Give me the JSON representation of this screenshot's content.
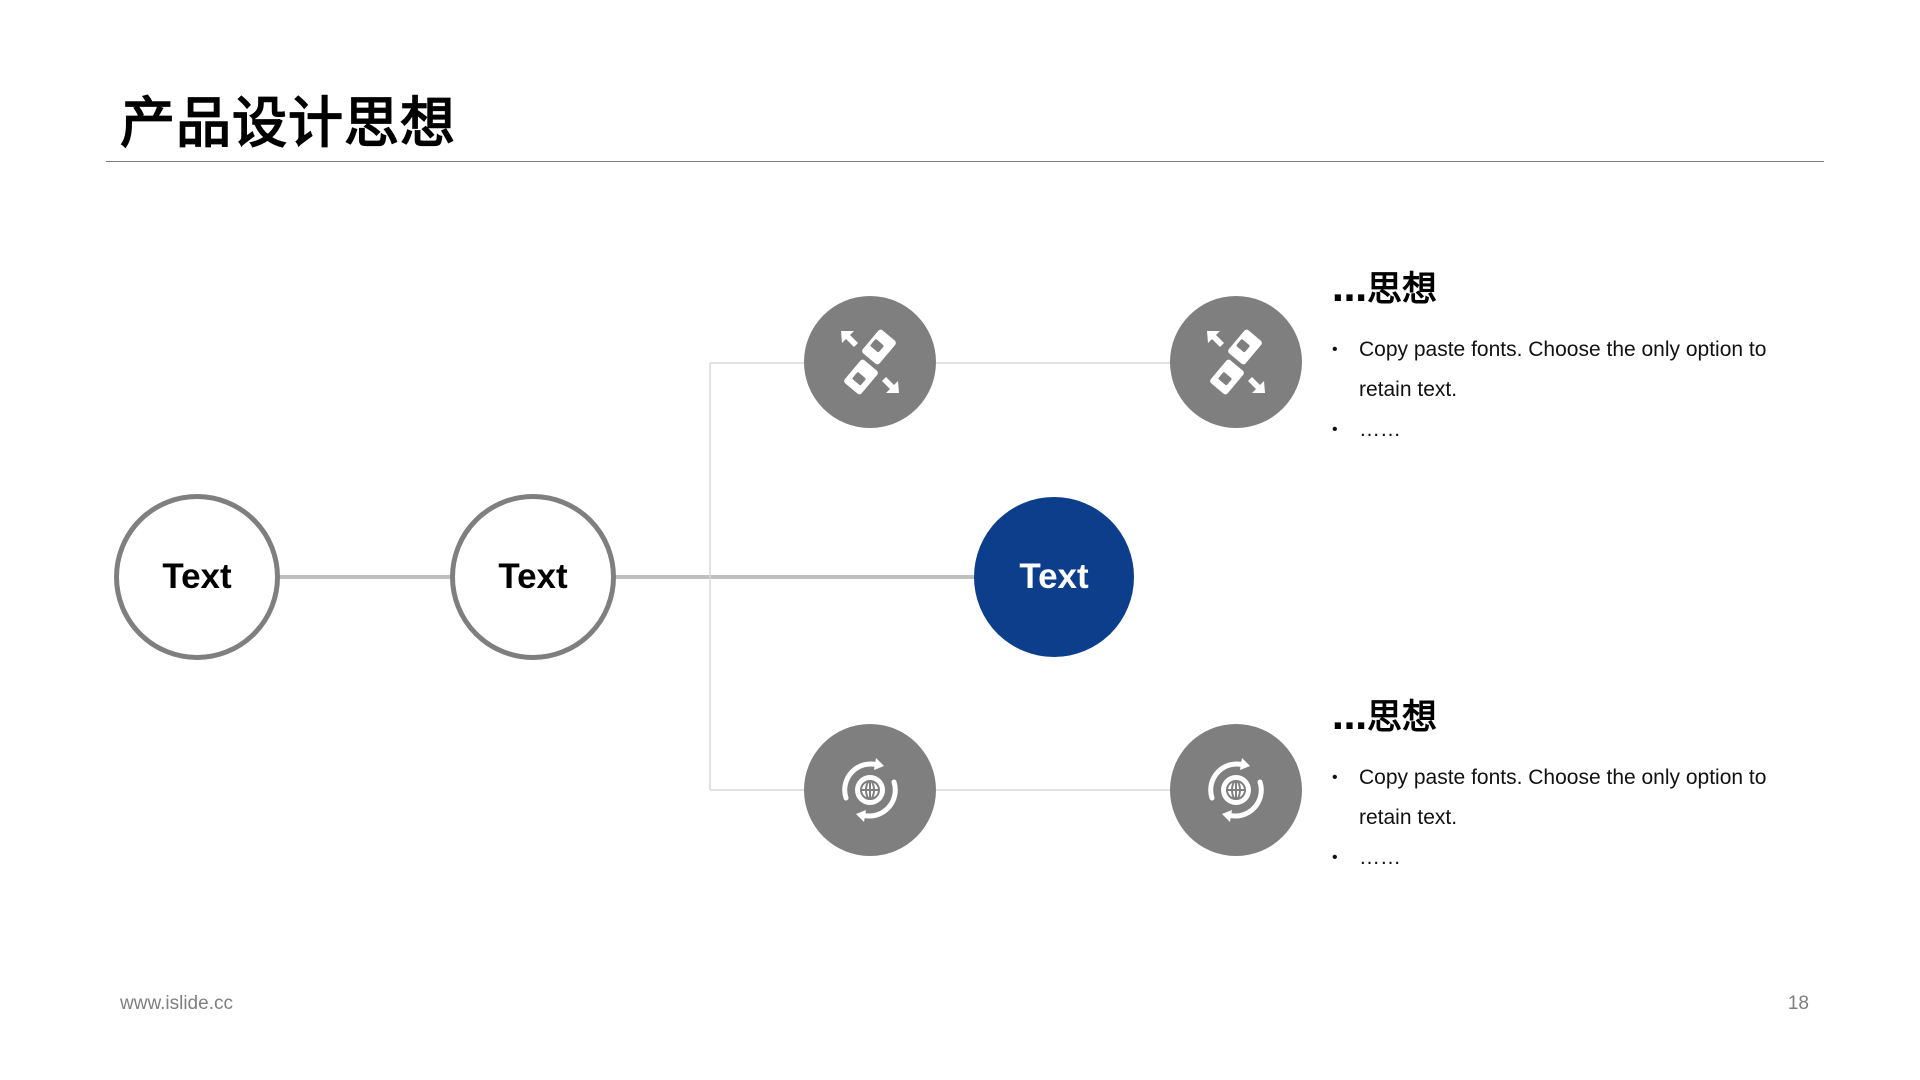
{
  "slide": {
    "title": "产品设计思想",
    "footer_url": "www.islide.cc",
    "page_number": "18"
  },
  "diagram": {
    "nodes": [
      {
        "label": "Text",
        "style": "outline"
      },
      {
        "label": "Text",
        "style": "outline"
      },
      {
        "label": "Text",
        "style": "filled"
      }
    ],
    "branches": [
      {
        "icon": "seatbelt-icon",
        "heading": "…思想",
        "bullets": [
          "Copy paste fonts. Choose the only option to retain text.",
          "……"
        ]
      },
      {
        "icon": "global-settings-icon",
        "heading": "…思想",
        "bullets": [
          "Copy paste fonts. Choose the only option to retain text.",
          "……"
        ]
      }
    ],
    "colors": {
      "accent": "#0c3e8c",
      "node_gray": "#7f7f7f",
      "connector": "#bfbfbf",
      "thin_connector": "#d9d9d9"
    }
  }
}
